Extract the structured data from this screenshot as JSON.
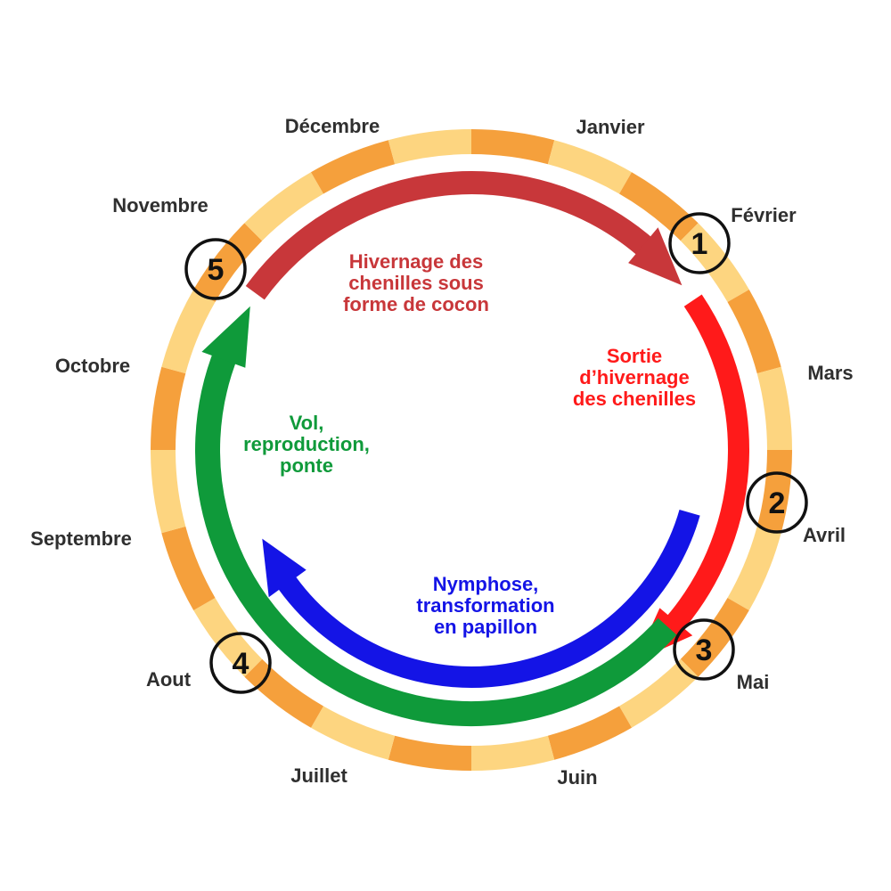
{
  "months": [
    {
      "key": "janvier",
      "label": "Janvier"
    },
    {
      "key": "fevrier",
      "label": "Février"
    },
    {
      "key": "mars",
      "label": "Mars"
    },
    {
      "key": "avril",
      "label": "Avril"
    },
    {
      "key": "mai",
      "label": "Mai"
    },
    {
      "key": "juin",
      "label": "Juin"
    },
    {
      "key": "juillet",
      "label": "Juillet"
    },
    {
      "key": "aout",
      "label": "Aout"
    },
    {
      "key": "septembre",
      "label": "Septembre"
    },
    {
      "key": "octobre",
      "label": "Octobre"
    },
    {
      "key": "novembre",
      "label": "Novembre"
    },
    {
      "key": "decembre",
      "label": "Décembre"
    }
  ],
  "ring_colors": {
    "dark": "#f5a03c",
    "light": "#fdd580"
  },
  "phases": [
    {
      "key": "hivernage",
      "color": "#c8373a",
      "lines": [
        "Hivernage des",
        "chenilles sous",
        "forme de cocon"
      ]
    },
    {
      "key": "sortie",
      "color": "#ff1a1a",
      "lines": [
        "Sortie",
        "d’hivernage",
        "des chenilles"
      ]
    },
    {
      "key": "nymphose",
      "color": "#1414e6",
      "lines": [
        "Nymphose,",
        "transformation",
        "en papillon"
      ]
    },
    {
      "key": "vol",
      "color": "#0f9a3a",
      "lines": [
        "Vol,",
        "reproduction,",
        "ponte"
      ]
    }
  ],
  "markers": [
    "1",
    "2",
    "3",
    "4",
    "5"
  ]
}
